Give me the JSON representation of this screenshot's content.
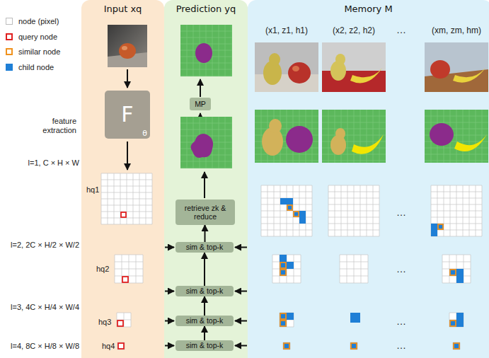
{
  "diagram": {
    "nodes": [
      {
        "text": [
          "Input xq"
        ]
      },
      {
        "text": [
          "F",
          "θ"
        ],
        "in": 0
      },
      {
        "text": [
          "Prediction yq"
        ]
      },
      {
        "text": [
          "MP"
        ],
        "in": 2
      },
      {
        "text": [
          "retrieve zk & reduce"
        ],
        "in": 2
      },
      {
        "text": [
          "sim & top-k"
        ],
        "in": 2
      },
      {
        "text": [
          "sim & top-k"
        ],
        "in": 2
      },
      {
        "text": [
          "sim & top-k"
        ],
        "in": 2
      },
      {
        "text": [
          "sim & top-k"
        ],
        "in": 2
      },
      {
        "text": [
          "Memory M"
        ]
      }
    ],
    "edges": [
      {
        "from": 8,
        "to": 7,
        "arrow": "to"
      },
      {
        "from": 7,
        "to": 6,
        "arrow": "to"
      },
      {
        "from": 6,
        "to": 5,
        "arrow": "to"
      },
      {
        "from": 5,
        "to": 4,
        "arrow": "to"
      }
    ],
    "labels": [
      "feature extraction",
      "l=1, C × H × W",
      "hq1",
      "l=2, 2C × H/2 × W/2",
      "hq2",
      "l=3, 4C × H/4 × W/4",
      "hq3",
      "l=4, 8C × H/8 × W/8",
      "hq4",
      "(x1, z1, h1)",
      "(x2, z2, h2)",
      "…",
      "(xm, zm, hm)",
      "…",
      "…",
      "…",
      "…"
    ],
    "legend": [
      {
        "text": "node (pixel)"
      },
      {
        "text": "query node"
      },
      {
        "text": "similar node"
      },
      {
        "text": "child node",
        "color": "#1f7fd6"
      }
    ]
  }
}
